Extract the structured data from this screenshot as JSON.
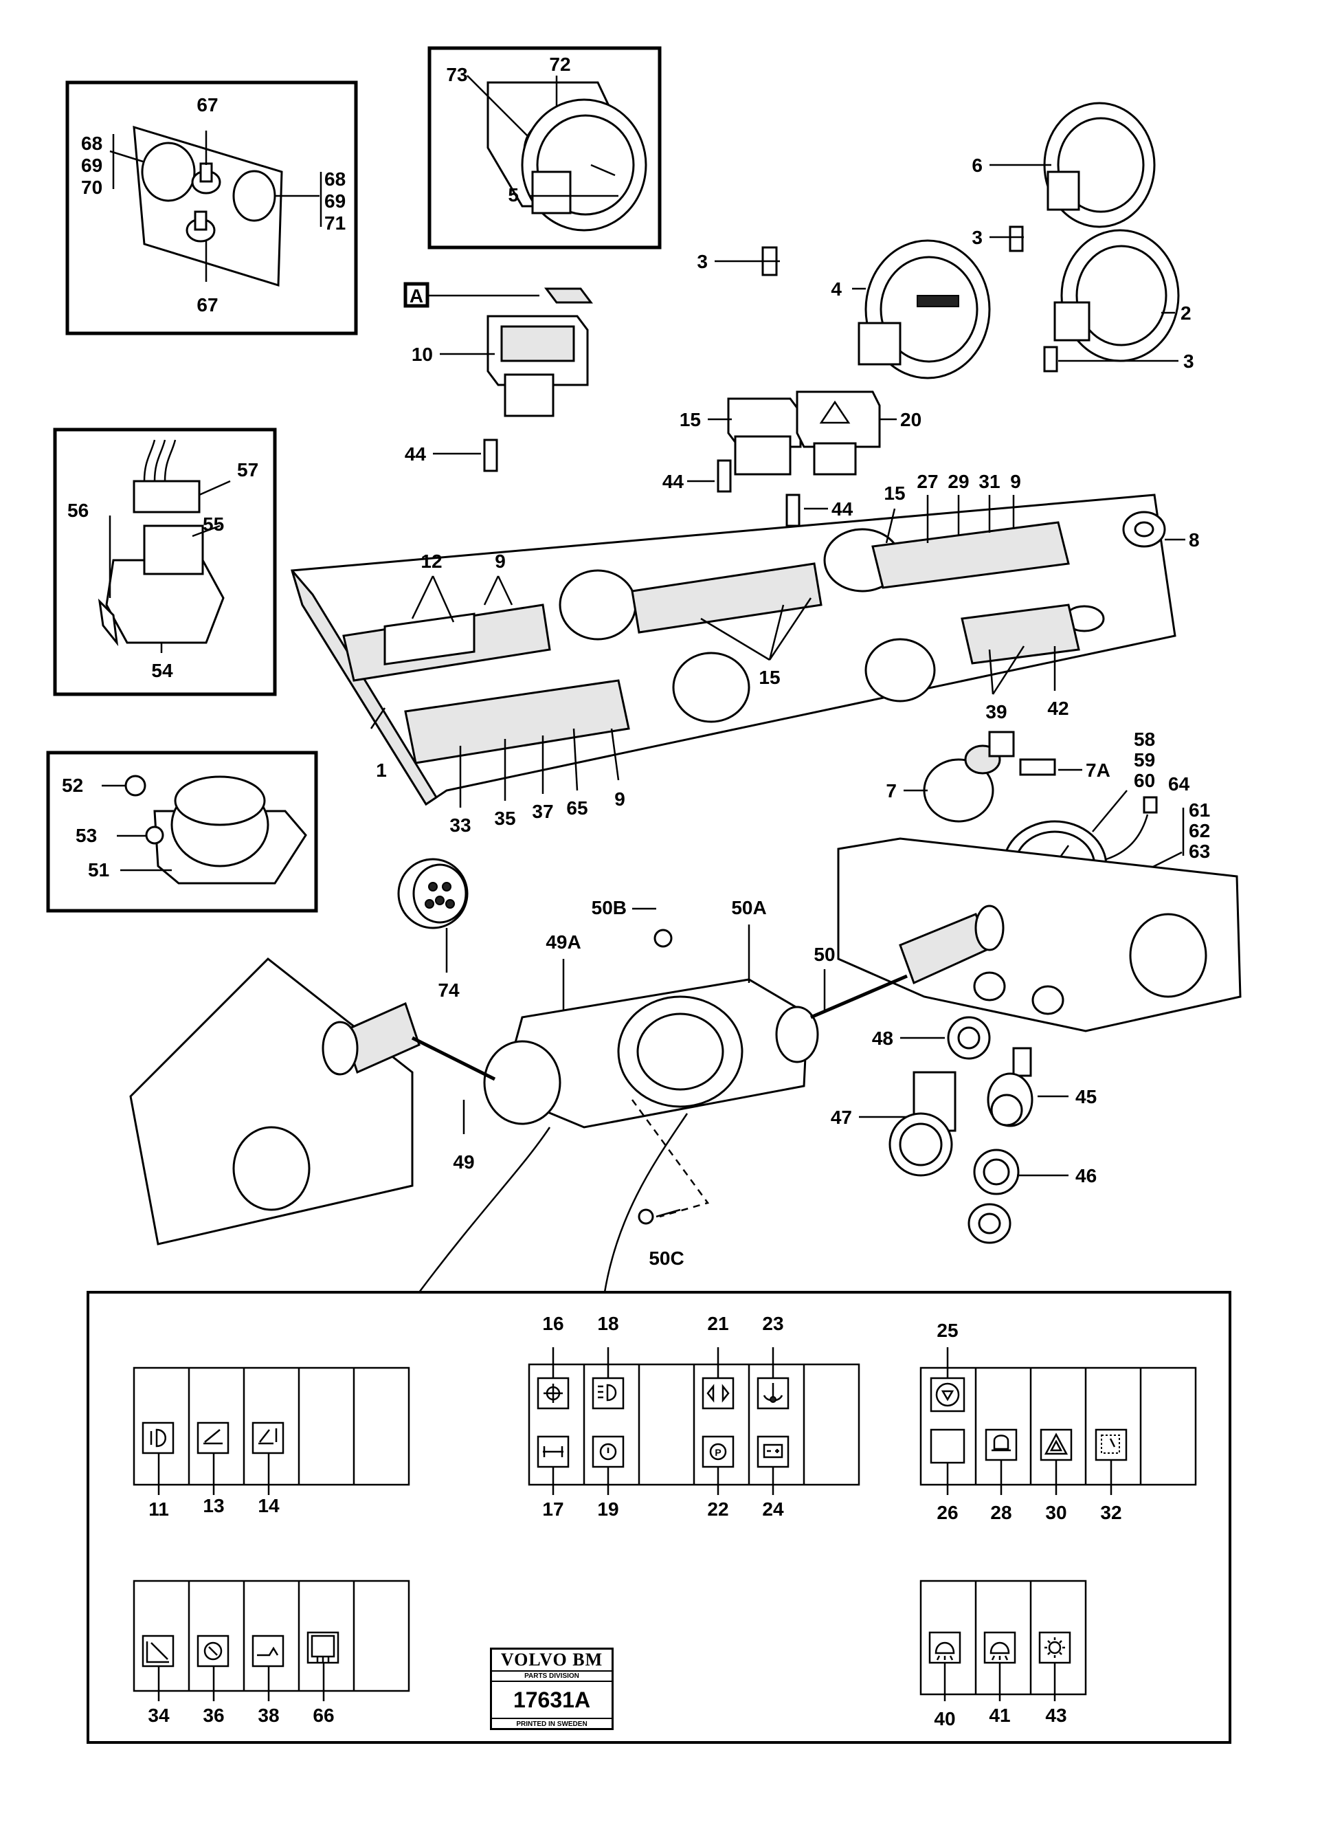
{
  "diagram": {
    "callouts": {
      "c1": "1",
      "c2": "2",
      "c3a": "3",
      "c3b": "3",
      "c3c": "3",
      "c4": "4",
      "c5": "5",
      "c6": "6",
      "c7": "7",
      "c7a": "7A",
      "c8": "8",
      "c9a": "9",
      "c9b": "9",
      "c9c": "9",
      "c10": "10",
      "c12": "12",
      "c15a": "15",
      "c15b": "15",
      "c15c": "15",
      "c20": "20",
      "c27": "27",
      "c29": "29",
      "c31": "31",
      "c33": "33",
      "c35": "35",
      "c37": "37",
      "c39": "39",
      "c42": "42",
      "c44a": "44",
      "c44b": "44",
      "c44c": "44",
      "c45": "45",
      "c46": "46",
      "c47": "47",
      "c48": "48",
      "c49": "49",
      "c49a": "49A",
      "c50": "50",
      "c50a": "50A",
      "c50b": "50B",
      "c50c": "50C",
      "c51": "51",
      "c52": "52",
      "c53": "53",
      "c54": "54",
      "c55": "55",
      "c56": "56",
      "c57": "57",
      "c58": "58",
      "c59": "59",
      "c60": "60",
      "c61": "61",
      "c62": "62",
      "c63": "63",
      "c64": "64",
      "c65": "65",
      "c67a": "67",
      "c67b": "67",
      "c68a": "68",
      "c69a": "69",
      "c70": "70",
      "c68b": "68",
      "c69b": "69",
      "c71": "71",
      "c72": "72",
      "c73": "73",
      "c74": "74",
      "cA": "A"
    },
    "legend_labels": {
      "l11": "11",
      "l13": "13",
      "l14": "14",
      "l16": "16",
      "l17": "17",
      "l18": "18",
      "l19": "19",
      "l21": "21",
      "l22": "22",
      "l23": "23",
      "l24": "24",
      "l25": "25",
      "l26": "26",
      "l28": "28",
      "l30": "30",
      "l32": "32",
      "l34": "34",
      "l36": "36",
      "l38": "38",
      "l66": "66",
      "l40": "40",
      "l41": "41",
      "l43": "43"
    },
    "stamp": {
      "brand": "VOLVO BM",
      "division": "PARTS DIVISION",
      "number": "17631A",
      "printed": "PRINTED IN SWEDEN"
    }
  }
}
